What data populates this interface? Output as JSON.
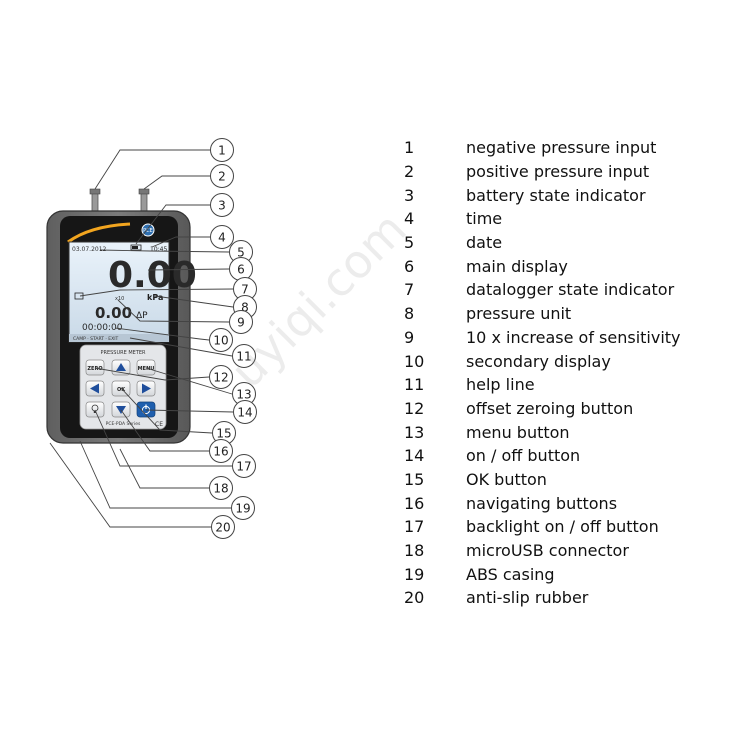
{
  "device": {
    "brand": "PCE",
    "lcd_time": "10:45",
    "lcd_date": "03.07.2012",
    "main_value": "0.00",
    "main_unit": "kPa",
    "x10_label": "x10",
    "secondary_value": "0.00",
    "secondary_symbol": "ΔP",
    "secondary_time": "00:00:00",
    "help_line": "CAMP  ·  START  ·  EXIT",
    "keypad_title": "PRESSURE METER",
    "zero_label": "ZERO",
    "menu_label": "MENU",
    "ok_label": "OK",
    "series_label": "PCE-PDA Series",
    "ce_mark": "CE"
  },
  "callouts": [
    "1",
    "2",
    "3",
    "4",
    "5",
    "6",
    "7",
    "8",
    "9",
    "10",
    "11",
    "12",
    "13",
    "14",
    "15",
    "16",
    "17",
    "18",
    "19",
    "20"
  ],
  "legend": [
    {
      "num": "1",
      "text": "negative pressure input"
    },
    {
      "num": "2",
      "text": "positive pressure input"
    },
    {
      "num": "3",
      "text": "battery state indicator"
    },
    {
      "num": "4",
      "text": "time"
    },
    {
      "num": "5",
      "text": "date"
    },
    {
      "num": "6",
      "text": "main display"
    },
    {
      "num": "7",
      "text": "datalogger state indicator"
    },
    {
      "num": "8",
      "text": "pressure unit"
    },
    {
      "num": "9",
      "text": "10 x increase of sensitivity"
    },
    {
      "num": "10",
      "text": "secondary display"
    },
    {
      "num": "11",
      "text": "help line"
    },
    {
      "num": "12",
      "text": "offset zeroing button"
    },
    {
      "num": "13",
      "text": "menu button"
    },
    {
      "num": "14",
      "text": "on / off button"
    },
    {
      "num": "15",
      "text": "OK button"
    },
    {
      "num": "16",
      "text": "navigating buttons"
    },
    {
      "num": "17",
      "text": "backlight on / off button"
    },
    {
      "num": "18",
      "text": "microUSB connector"
    },
    {
      "num": "19",
      "text": "ABS casing"
    },
    {
      "num": "20",
      "text": "anti-slip rubber"
    }
  ],
  "watermark": "uyiqi.com"
}
